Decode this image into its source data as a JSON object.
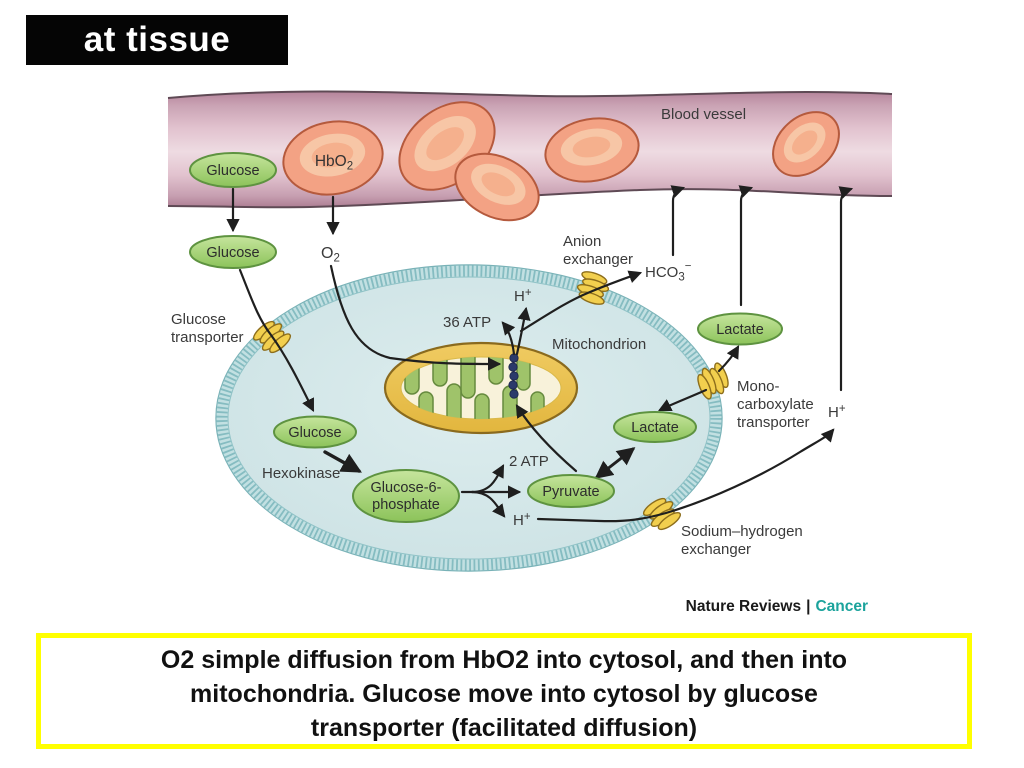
{
  "slide": {
    "title": "at tissue",
    "caption_lines": [
      "O2 simple diffusion from HbO2 into cytosol, and then into",
      "mitochondria. Glucose move into cytosol by glucose",
      "transporter (facilitated diffusion)"
    ]
  },
  "credit": {
    "source": "Nature Reviews",
    "separator": "|",
    "journal": "Cancer",
    "journal_color": "#1ba39c"
  },
  "diagram": {
    "vessel_label": "Blood vessel",
    "nodes": {
      "glucose": "Glucose",
      "hbo2": {
        "base": "HbO",
        "sub": "2"
      },
      "o2": {
        "base": "O",
        "sub": "2"
      },
      "hco3": {
        "base": "HCO",
        "sub": "3",
        "sup": "−"
      },
      "h": {
        "base": "H",
        "sup": "+"
      },
      "atp36": "36 ATP",
      "atp2": "2 ATP",
      "lactate": "Lactate",
      "pyruvate": "Pyruvate",
      "g6p": [
        "Glucose-6-",
        "phosphate"
      ]
    },
    "labels": {
      "glucose_transporter": [
        "Glucose",
        "transporter"
      ],
      "anion_exchanger": [
        "Anion",
        "exchanger"
      ],
      "mitochondrion": "Mitochondrion",
      "hexokinase": "Hexokinase",
      "mct": [
        "Mono-",
        "carboxylate",
        "transporter"
      ],
      "nhe": [
        "Sodium–hydrogen",
        "exchanger"
      ]
    },
    "colors": {
      "vessel_pink": "#e2c3cf",
      "rbc_salmon": "#f3a284",
      "node_green": "#a8d36f",
      "cell_cytosol": "#cfe4e6",
      "membrane_teal": "#85bcc1",
      "mito_outer_yellow": "#edc355",
      "mito_matrix_cream": "#f8f2da",
      "cristae_green": "#9fc36a",
      "transporter_yellow": "#f2cf4e",
      "arrow_black": "#1f1f1f",
      "caption_border_yellow": "#ffff00"
    }
  }
}
